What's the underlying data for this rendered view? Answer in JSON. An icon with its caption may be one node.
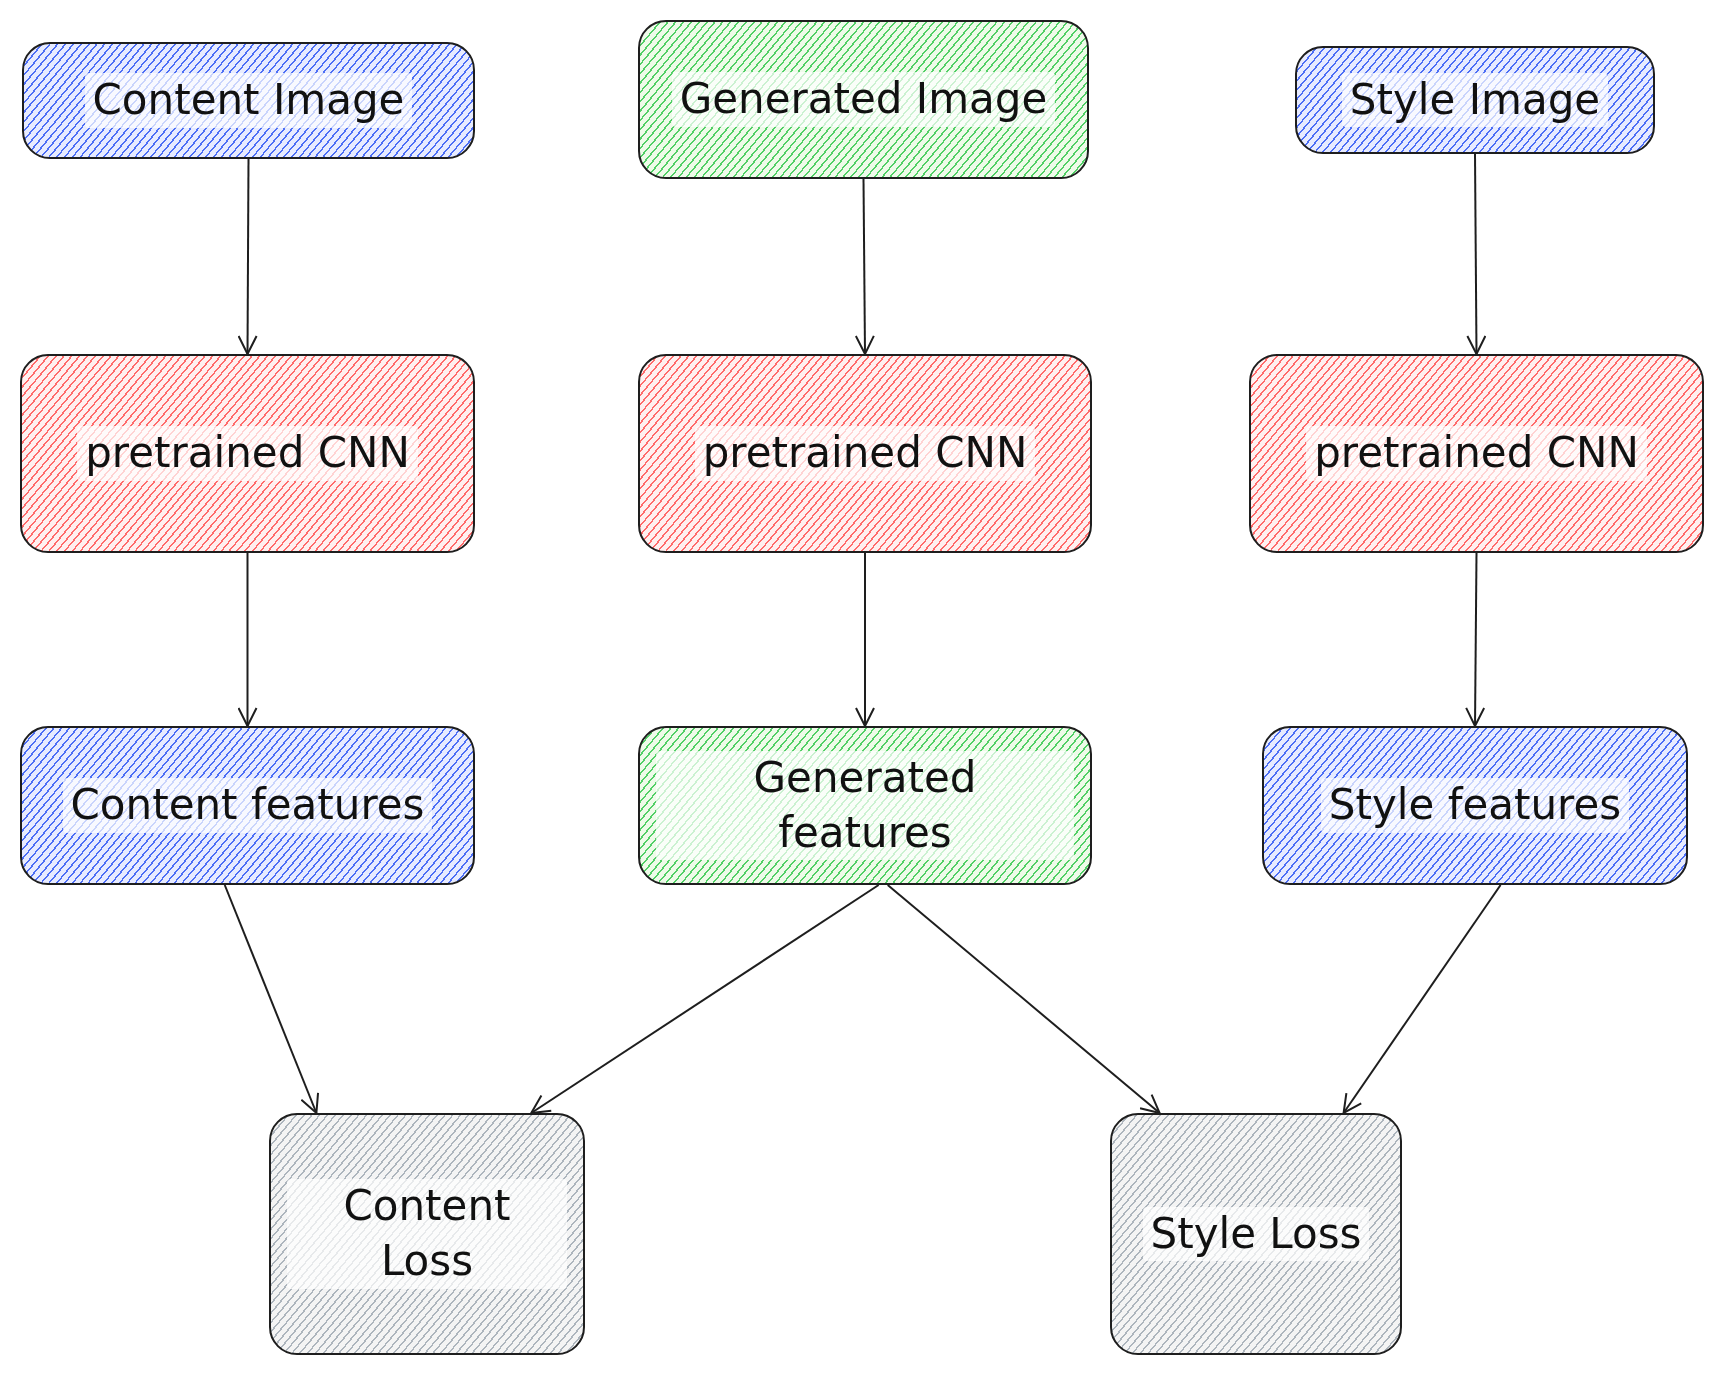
{
  "diagram": {
    "nodes": [
      {
        "text": [
          "Content Image"
        ]
      },
      {
        "text": [
          "Generated Image"
        ]
      },
      {
        "text": [
          "Style Image"
        ]
      },
      {
        "text": [
          "pretrained CNN"
        ]
      },
      {
        "text": [
          "pretrained CNN"
        ]
      },
      {
        "text": [
          "pretrained CNN"
        ]
      },
      {
        "text": [
          "Content features"
        ]
      },
      {
        "text": [
          "Generated features"
        ]
      },
      {
        "text": [
          "Style features"
        ]
      },
      {
        "text": [
          "Content Loss"
        ]
      },
      {
        "text": [
          "Style Loss"
        ]
      }
    ],
    "edges": [
      {
        "from": 0,
        "to": 3,
        "arrow": "to"
      },
      {
        "from": 1,
        "to": 4,
        "arrow": "to"
      },
      {
        "from": 2,
        "to": 5,
        "arrow": "to"
      },
      {
        "from": 3,
        "to": 6,
        "arrow": "to"
      },
      {
        "from": 4,
        "to": 7,
        "arrow": "to"
      },
      {
        "from": 5,
        "to": 8,
        "arrow": "to"
      },
      {
        "from": 6,
        "to": 9,
        "arrow": "to"
      },
      {
        "from": 7,
        "to": 9,
        "arrow": "to"
      },
      {
        "from": 7,
        "to": 10,
        "arrow": "to"
      },
      {
        "from": 8,
        "to": 10,
        "arrow": "to"
      }
    ]
  }
}
